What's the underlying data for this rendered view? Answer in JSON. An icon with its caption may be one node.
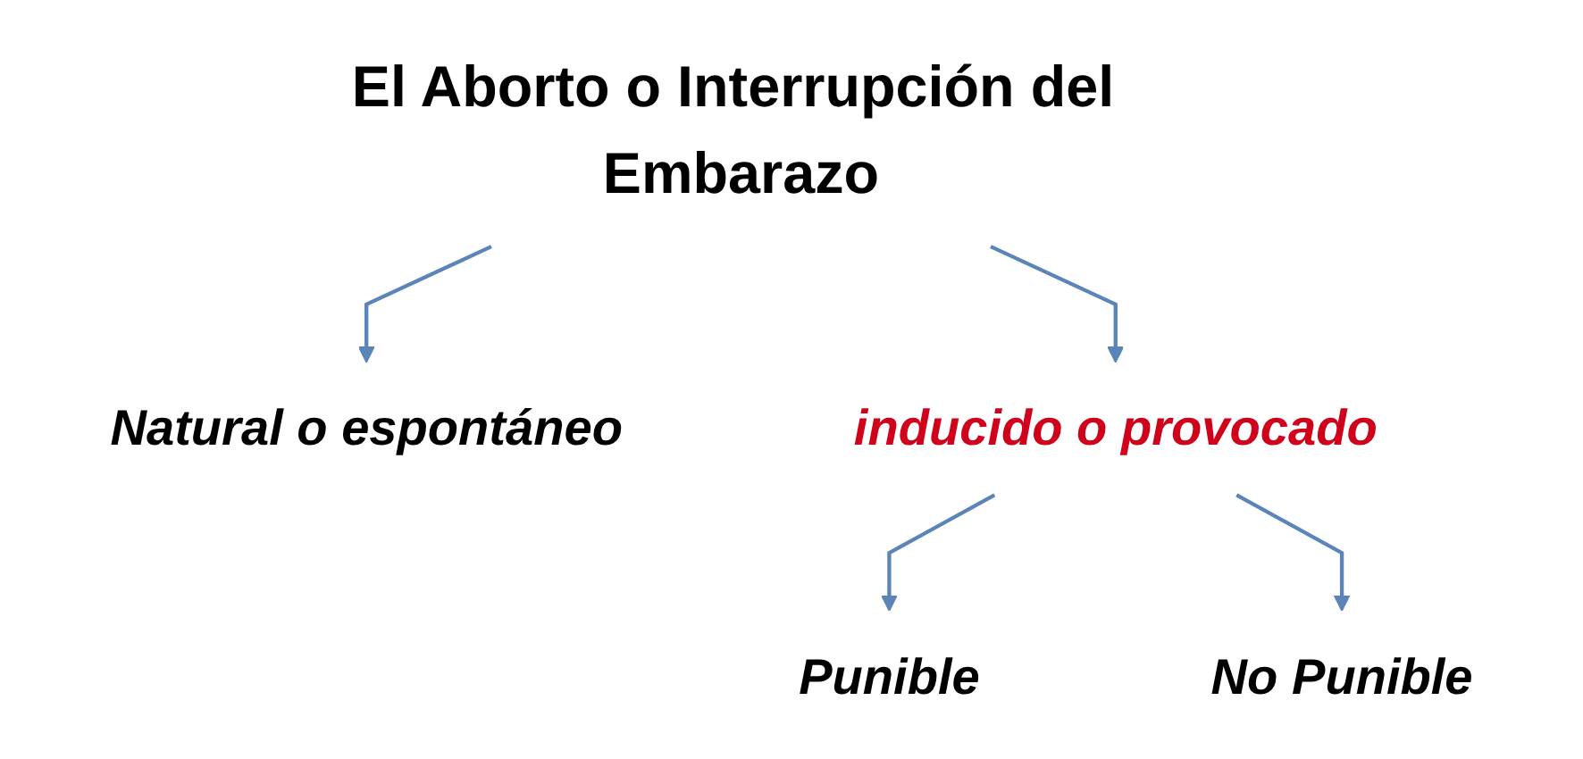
{
  "diagram": {
    "nodes": [
      {
        "text": [
          "El Aborto o Interrupción del Embarazo"
        ]
      },
      {
        "text": [
          "Natural o espontáneo"
        ]
      },
      {
        "text": [
          "inducido o provocado"
        ]
      },
      {
        "text": [
          "Punible"
        ]
      },
      {
        "text": [
          "No Punible"
        ]
      }
    ],
    "edges": [
      {
        "from": 0,
        "to": 1,
        "arrow": "to"
      },
      {
        "from": 0,
        "to": 2,
        "arrow": "to"
      },
      {
        "from": 2,
        "to": 3,
        "arrow": "to"
      },
      {
        "from": 2,
        "to": 4,
        "arrow": "to"
      }
    ]
  }
}
